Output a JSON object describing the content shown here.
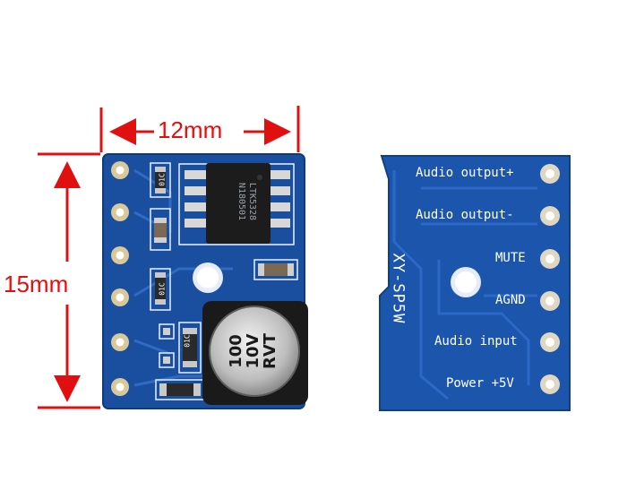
{
  "dimensions": {
    "width_label": "12mm",
    "height_label": "15mm",
    "color": "#e01010"
  },
  "left_board": {
    "board_color": "#1a4fa0",
    "pad_color": "#d9c89a",
    "chip_text_line1": "LTK5328",
    "chip_text_line2": "N180501",
    "capacitor_line1": "100",
    "capacitor_line2": "10V",
    "capacitor_line3": "RVT",
    "component_marks": [
      "01C",
      "01C",
      "01C"
    ]
  },
  "right_board": {
    "board_color": "#1c56ac",
    "model_label": "XY-SP5W",
    "pins": [
      {
        "label": "Audio output+"
      },
      {
        "label": "Audio output-"
      },
      {
        "label": "MUTE"
      },
      {
        "label": "AGND"
      },
      {
        "label": "Audio input"
      },
      {
        "label": "Power +5V"
      }
    ]
  }
}
